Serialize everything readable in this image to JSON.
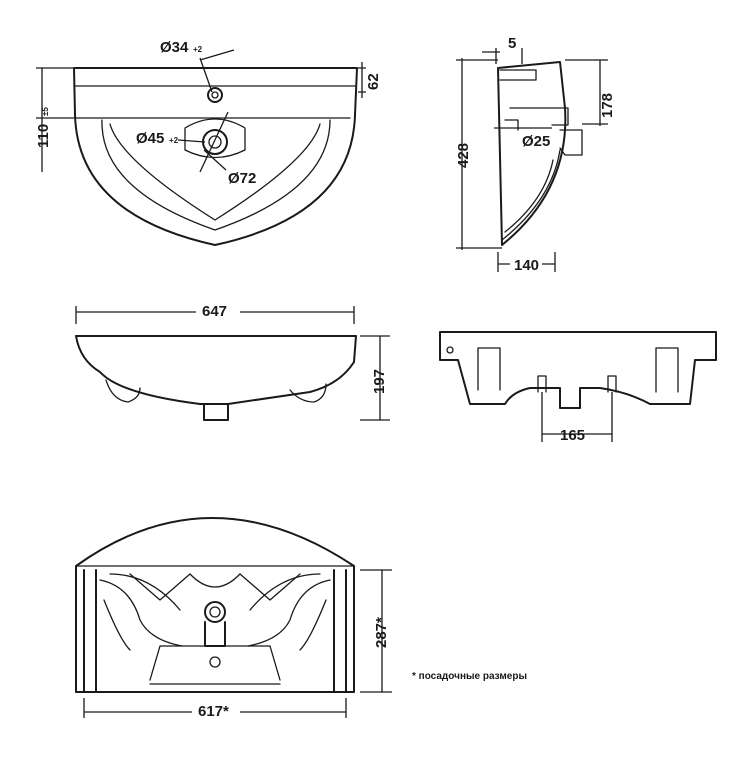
{
  "dimensions": {
    "d34": "Ø34",
    "d34_tol": "+2",
    "d45": "Ø45",
    "d45_tol": "+2",
    "d72": "Ø72",
    "d25": "Ø25",
    "h62": "62",
    "h110": "110",
    "h110_tol": "±5",
    "w5": "5",
    "h178": "178",
    "h428": "428",
    "w140": "140",
    "w647": "647",
    "h197": "197",
    "w165": "165",
    "h287": "287*",
    "w617": "617*"
  },
  "note": "* посадочные размеры"
}
